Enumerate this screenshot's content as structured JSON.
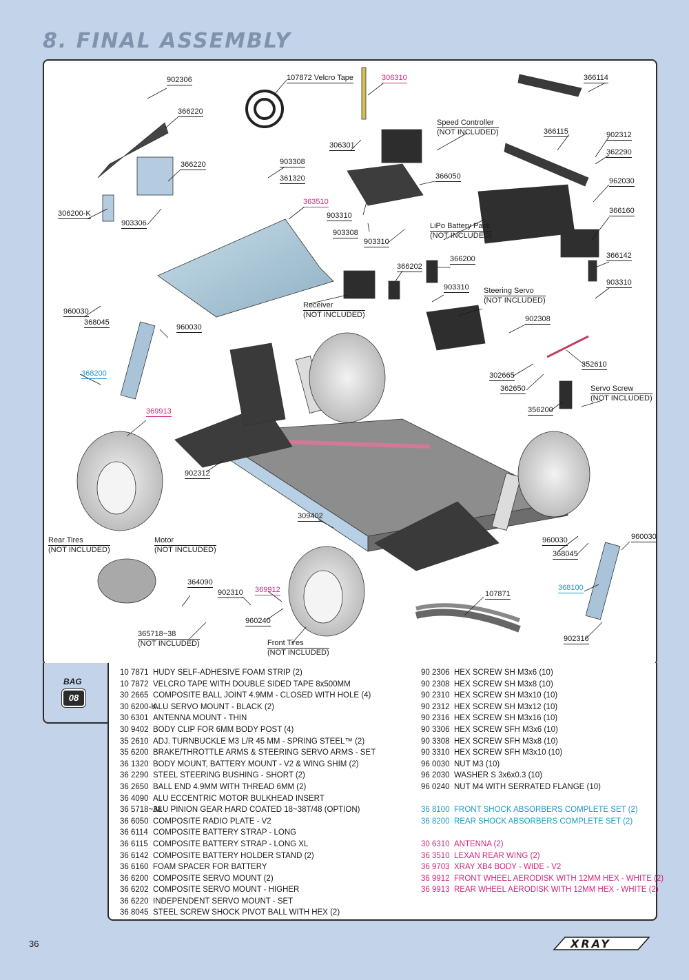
{
  "page": {
    "title": "8. FINAL ASSEMBLY",
    "number": "36",
    "brand": "XRAY"
  },
  "bag": {
    "label": "BAG",
    "number": "08"
  },
  "callouts": {
    "c902306a": "902306",
    "c366220a": "366220",
    "c366220b": "366220",
    "c306200k": "306200-K",
    "c903306": "903306",
    "c107872": "107872 Velcro Tape",
    "c306310": "306310",
    "c306301": "306301",
    "c903308a": "903308",
    "c361320": "361320",
    "c363510": "363510",
    "c903310a": "903310",
    "c903308b": "903308",
    "c903310b": "903310",
    "speed_controller": [
      "Speed Controller",
      "(NOT INCLUDED)"
    ],
    "c366050": "366050",
    "lipo": [
      "LiPo Battery Pack",
      "(NOT INCLUDED)"
    ],
    "c366114": "366114",
    "c366115": "366115",
    "c902312a": "902312",
    "c362290": "362290",
    "c962030": "962030",
    "c366160": "366160",
    "c366142": "366142",
    "c903310c": "903310",
    "c366202": "366202",
    "c366200": "366200",
    "c903310d": "903310",
    "receiver": [
      "Receiver",
      "(NOT INCLUDED)"
    ],
    "steering_servo": [
      "Steering Servo",
      "(NOT INCLUDED)"
    ],
    "c960030a": "960030",
    "c368045a": "368045",
    "c960030b": "960030",
    "c368200": "368200",
    "c369913": "369913",
    "c902308": "902308",
    "c352610": "352610",
    "c302665": "302665",
    "c362650": "362650",
    "servo_screw": [
      "Servo Screw",
      "(NOT INCLUDED)"
    ],
    "c356200": "356200",
    "c902312b": "902312",
    "c309402": "309402",
    "rear_tires": [
      "Rear Tires",
      "(NOT INCLUDED)"
    ],
    "motor": [
      "Motor",
      "(NOT INCLUDED)"
    ],
    "c364090": "364090",
    "c902310": "902310",
    "c369912": "369912",
    "c960240": "960240",
    "pinion": [
      "365718~38",
      "(NOT INCLUDED)"
    ],
    "front_tires": [
      "Front Tires",
      "(NOT INCLUDED)"
    ],
    "c107871": "107871",
    "c960030c": "960030",
    "c960030d": "960030",
    "c368045b": "368045",
    "c368100": "368100",
    "c902316": "902316"
  },
  "parts_left": [
    {
      "code": "10 7871",
      "desc": "HUDY SELF-ADHESIVE FOAM STRIP (2)"
    },
    {
      "code": "10 7872",
      "desc": "VELCRO TAPE WITH DOUBLE SIDED TAPE 8x500MM"
    },
    {
      "code": "30 2665",
      "desc": "COMPOSITE BALL JOINT 4.9MM - CLOSED WITH HOLE (4)"
    },
    {
      "code": "30 6200-K",
      "desc": "ALU SERVO MOUNT - BLACK (2)"
    },
    {
      "code": "30 6301",
      "desc": "ANTENNA MOUNT - THIN"
    },
    {
      "code": "30 9402",
      "desc": "BODY CLIP FOR 6MM BODY POST (4)"
    },
    {
      "code": "35 2610",
      "desc": "ADJ. TURNBUCKLE M3 L/R 45 MM  - SPRING STEEL™ (2)"
    },
    {
      "code": "35 6200",
      "desc": "BRAKE/THROTTLE ARMS & STEERING SERVO ARMS - SET"
    },
    {
      "code": "36 1320",
      "desc": "BODY MOUNT, BATTERY MOUNT - V2 & WING SHIM (2)"
    },
    {
      "code": "36 2290",
      "desc": "STEEL STEERING BUSHING - SHORT (2)"
    },
    {
      "code": "36 2650",
      "desc": "BALL END 4.9MM WITH THREAD 6MM (2)"
    },
    {
      "code": "36 4090",
      "desc": "ALU ECCENTRIC MOTOR BULKHEAD INSERT"
    },
    {
      "code": "36 5718~38",
      "desc": "ALU PINION GEAR HARD COATED 18~38T/48 (OPTION)"
    },
    {
      "code": "36 6050",
      "desc": "COMPOSITE RADIO PLATE - V2"
    },
    {
      "code": "36 6114",
      "desc": "COMPOSITE BATTERY STRAP - LONG"
    },
    {
      "code": "36 6115",
      "desc": "COMPOSITE BATTERY STRAP - LONG XL"
    },
    {
      "code": "36 6142",
      "desc": "COMPOSITE BATTERY HOLDER STAND (2)"
    },
    {
      "code": "36 6160",
      "desc": "FOAM SPACER FOR BATTERY"
    },
    {
      "code": "36 6200",
      "desc": "COMPOSITE SERVO MOUNT (2)"
    },
    {
      "code": "36 6202",
      "desc": "COMPOSITE SERVO MOUNT - HIGHER"
    },
    {
      "code": "36 6220",
      "desc": "INDEPENDENT SERVO MOUNT - SET"
    },
    {
      "code": "36 8045",
      "desc": "STEEL SCREW SHOCK PIVOT BALL WITH HEX (2)"
    }
  ],
  "parts_right": [
    {
      "code": "90 2306",
      "desc": "HEX SCREW  SH M3x6  (10)"
    },
    {
      "code": "90 2308",
      "desc": "HEX SCREW  SH M3x8  (10)"
    },
    {
      "code": "90 2310",
      "desc": "HEX SCREW  SH M3x10  (10)"
    },
    {
      "code": "90 2312",
      "desc": "HEX SCREW  SH M3x12  (10)"
    },
    {
      "code": "90 2316",
      "desc": "HEX SCREW  SH M3x16  (10)"
    },
    {
      "code": "90 3306",
      "desc": "HEX SCREW  SFH M3x6  (10)"
    },
    {
      "code": "90 3308",
      "desc": "HEX SCREW  SFH M3x8  (10)"
    },
    {
      "code": "90 3310",
      "desc": "HEX SCREW  SFH M3x10  (10)"
    },
    {
      "code": "96 0030",
      "desc": "NUT M3  (10)"
    },
    {
      "code": "96 2030",
      "desc": "WASHER S 3x6x0.3  (10)"
    },
    {
      "code": "96 0240",
      "desc": "NUT M4 WITH SERRATED FLANGE  (10)"
    }
  ],
  "parts_cyan": [
    {
      "code": "36 8100",
      "desc": "FRONT SHOCK ABSORBERS COMPLETE SET (2)"
    },
    {
      "code": "36 8200",
      "desc": "REAR SHOCK ABSORBERS COMPLETE SET (2)"
    }
  ],
  "parts_pink": [
    {
      "code": "30 6310",
      "desc": "ANTENNA (2)"
    },
    {
      "code": "36 3510",
      "desc": "LEXAN REAR WING (2)"
    },
    {
      "code": "36 9703",
      "desc": "XRAY XB4 BODY - WIDE - V2"
    },
    {
      "code": "36 9912",
      "desc": "FRONT WHEEL AERODISK WITH 12MM HEX - WHITE (2)"
    },
    {
      "code": "36 9913",
      "desc": "REAR WHEEL AERODISK WITH 12MM HEX - WHITE (2)"
    }
  ],
  "colors": {
    "background": "#c3d3ea",
    "pink": "#d0267f",
    "cyan": "#1c9ac8"
  }
}
